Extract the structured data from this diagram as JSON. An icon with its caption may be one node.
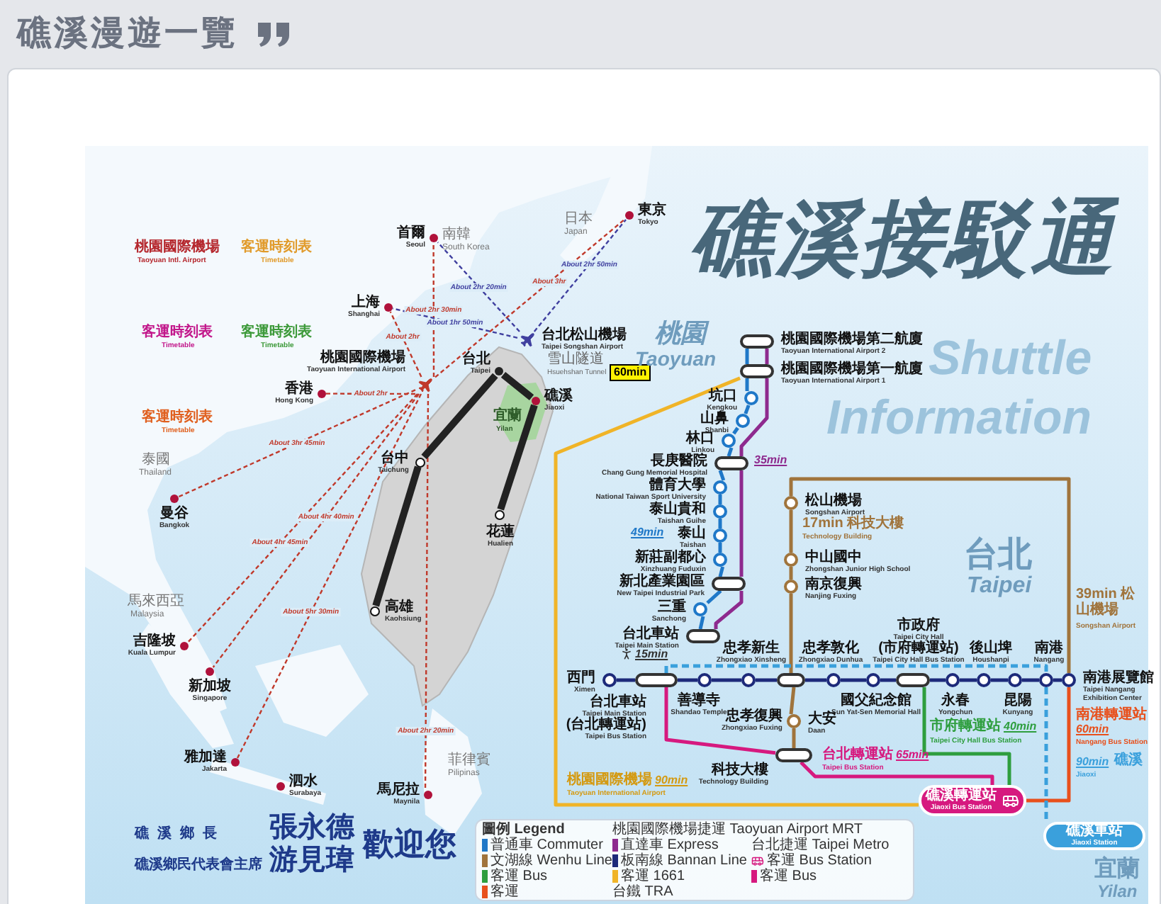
{
  "diagram": {
    "title": "礁溪漫遊一覽",
    "nodes": [
      {
        "text": [
          "東京",
          "Tokyo"
        ]
      },
      {
        "text": [
          "首爾",
          "Seoul"
        ]
      },
      {
        "text": [
          "上海",
          "Shanghai"
        ]
      },
      {
        "text": [
          "香港",
          "Hong Kong"
        ]
      },
      {
        "text": [
          "曼谷",
          "Bangkok"
        ]
      },
      {
        "text": [
          "吉隆坡",
          "Kuala Lumpur"
        ]
      },
      {
        "text": [
          "新加坡",
          "Singapore"
        ]
      },
      {
        "text": [
          "雅加達",
          "Jakarta"
        ]
      },
      {
        "text": [
          "泗水",
          "Surabaya"
        ]
      },
      {
        "text": [
          "馬尼拉",
          "Maynila"
        ]
      },
      {
        "text": [
          "桃園國際機場",
          "Taoyuan International Airport"
        ]
      },
      {
        "text": [
          "台北松山機場",
          "Taipei Songshan Airport"
        ]
      },
      {
        "text": [
          "台北",
          "Taipei"
        ]
      },
      {
        "text": [
          "礁溪",
          "Jiaoxi"
        ]
      },
      {
        "text": [
          "台中",
          "Taichung"
        ]
      },
      {
        "text": [
          "花蓮",
          "Hualien"
        ]
      },
      {
        "text": [
          "高雄",
          "Kaohsiung"
        ]
      },
      {
        "text": [
          "桃園國際機場第二航廈",
          "Taoyuan International Airport 2"
        ]
      },
      {
        "text": [
          "桃園國際機場第一航廈",
          "Taoyuan International Airport 1"
        ]
      },
      {
        "text": [
          "坑口",
          "Kengkou"
        ]
      },
      {
        "text": [
          "山鼻",
          "Shanbi"
        ]
      },
      {
        "text": [
          "林口",
          "Linkou"
        ]
      },
      {
        "text": [
          "長庚醫院",
          "Chang Gung Memorial Hospital"
        ]
      },
      {
        "text": [
          "體育大學",
          "National Taiwan Sport University"
        ]
      },
      {
        "text": [
          "泰山貴和",
          "Taishan Guihe"
        ]
      },
      {
        "text": [
          "泰山",
          "Taishan"
        ]
      },
      {
        "text": [
          "新莊副都心",
          "Xinzhuang Fuduxin"
        ]
      },
      {
        "text": [
          "新北產業園區",
          "New Taipei Industrial Park"
        ]
      },
      {
        "text": [
          "三重",
          "Sanchong"
        ]
      },
      {
        "text": [
          "台北車站",
          "Taipei Main Station"
        ]
      },
      {
        "text": [
          "西門",
          "Ximen"
        ]
      },
      {
        "text": [
          "台北車站",
          "Taipei Main Station",
          "(台北轉運站)",
          "Taipei Bus Station"
        ]
      },
      {
        "text": [
          "善導寺",
          "Shandao Temple"
        ]
      },
      {
        "text": [
          "忠孝新生",
          "Zhongxiao Xinsheng"
        ]
      },
      {
        "text": [
          "忠孝復興",
          "Zhongxiao Fuxing"
        ]
      },
      {
        "text": [
          "忠孝敦化",
          "Zhongxiao Dunhua"
        ]
      },
      {
        "text": [
          "國父紀念館",
          "Sun Yat-Sen Memorial Hall"
        ]
      },
      {
        "text": [
          "市政府",
          "Taipei City Hall",
          "(市府轉運站)",
          "Taipei City Hall Bus Station"
        ]
      },
      {
        "text": [
          "永春",
          "Yongchun"
        ]
      },
      {
        "text": [
          "後山埤",
          "Houshanpi"
        ]
      },
      {
        "text": [
          "昆陽",
          "Kunyang"
        ]
      },
      {
        "text": [
          "南港",
          "Nangang"
        ]
      },
      {
        "text": [
          "南港展覽館",
          "Taipei Nangang Exhibition Center"
        ]
      },
      {
        "text": [
          "松山機場",
          "Songshan Airport"
        ]
      },
      {
        "text": [
          "中山國中",
          "Zhongshan Junior High School"
        ]
      },
      {
        "text": [
          "南京復興",
          "Nanjing Fuxing"
        ]
      },
      {
        "text": [
          "大安",
          "Daan"
        ]
      },
      {
        "text": [
          "科技大樓",
          "Technology Building"
        ]
      },
      {
        "text": [
          "礁溪轉運站",
          "Jiaoxi Bus Station"
        ]
      },
      {
        "text": [
          "礁溪車站",
          "Jiaoxi Station"
        ]
      }
    ],
    "edges": [
      {
        "from": 10,
        "to": 0,
        "arrow": "none",
        "style": "dashed",
        "color": "#c0392b",
        "label": "About 3hr"
      },
      {
        "from": 11,
        "to": 0,
        "arrow": "none",
        "style": "dashed",
        "color": "#3f3f9f",
        "label": "About 2hr 50min"
      },
      {
        "from": 10,
        "to": 1,
        "arrow": "none",
        "style": "dashed",
        "color": "#c0392b",
        "label": "About 2hr 30min"
      },
      {
        "from": 11,
        "to": 1,
        "arrow": "none",
        "style": "dashed",
        "color": "#3f3f9f",
        "label": "About 2hr 20min"
      },
      {
        "from": 10,
        "to": 2,
        "arrow": "none",
        "style": "dashed",
        "color": "#c0392b",
        "label": "About 2hr"
      },
      {
        "from": 11,
        "to": 2,
        "arrow": "none",
        "style": "dashed",
        "color": "#3f3f9f",
        "label": "About 1hr 50min"
      },
      {
        "from": 10,
        "to": 3,
        "arrow": "none",
        "style": "dashed",
        "color": "#c0392b",
        "label": "About 2hr"
      },
      {
        "from": 10,
        "to": 4,
        "arrow": "none",
        "style": "dashed",
        "color": "#c0392b",
        "label": "About 3hr 45min"
      },
      {
        "from": 10,
        "to": 5,
        "arrow": "none",
        "style": "dashed",
        "color": "#c0392b",
        "label": "About 4hr 45min"
      },
      {
        "from": 10,
        "to": 6,
        "arrow": "none",
        "style": "dashed",
        "color": "#c0392b",
        "label": "About 4hr 40min"
      },
      {
        "from": 10,
        "to": 7,
        "arrow": "none",
        "style": "dashed",
        "color": "#c0392b",
        "label": "About 5hr 30min"
      },
      {
        "from": 10,
        "to": 9,
        "arrow": "none",
        "style": "dashed",
        "color": "#c0392b",
        "label": "About 2hr 20min"
      },
      {
        "from": 12,
        "to": 14,
        "arrow": "none",
        "style": "thick",
        "color": "#222222"
      },
      {
        "from": 14,
        "to": 16,
        "arrow": "none",
        "style": "thick",
        "color": "#222222"
      },
      {
        "from": 12,
        "to": 13,
        "arrow": "none",
        "style": "thick",
        "color": "#222222"
      },
      {
        "from": 13,
        "to": 15,
        "arrow": "none",
        "style": "thick",
        "color": "#222222"
      },
      {
        "from": 17,
        "to": 18,
        "arrow": "none",
        "color": "#1f78c8"
      },
      {
        "from": 18,
        "to": 19,
        "arrow": "none",
        "color": "#1f78c8"
      },
      {
        "from": 19,
        "to": 20,
        "arrow": "none",
        "color": "#1f78c8"
      },
      {
        "from": 20,
        "to": 21,
        "arrow": "none",
        "color": "#1f78c8"
      },
      {
        "from": 21,
        "to": 22,
        "arrow": "none",
        "color": "#1f78c8"
      },
      {
        "from": 22,
        "to": 23,
        "arrow": "none",
        "color": "#1f78c8"
      },
      {
        "from": 23,
        "to": 24,
        "arrow": "none",
        "color": "#1f78c8"
      },
      {
        "from": 24,
        "to": 25,
        "arrow": "none",
        "color": "#1f78c8"
      },
      {
        "from": 25,
        "to": 26,
        "arrow": "none",
        "color": "#1f78c8"
      },
      {
        "from": 26,
        "to": 27,
        "arrow": "none",
        "color": "#1f78c8"
      },
      {
        "from": 27,
        "to": 28,
        "arrow": "none",
        "color": "#1f78c8"
      },
      {
        "from": 28,
        "to": 29,
        "arrow": "none",
        "color": "#1f78c8"
      },
      {
        "from": 17,
        "to": 18,
        "arrow": "none",
        "color": "#8e2a8e"
      },
      {
        "from": 18,
        "to": 22,
        "arrow": "none",
        "color": "#8e2a8e"
      },
      {
        "from": 22,
        "to": 27,
        "arrow": "none",
        "color": "#8e2a8e"
      },
      {
        "from": 27,
        "to": 29,
        "arrow": "none",
        "color": "#8e2a8e"
      },
      {
        "from": 30,
        "to": 31,
        "arrow": "none",
        "color": "#1d2a7a"
      },
      {
        "from": 31,
        "to": 32,
        "arrow": "none",
        "color": "#1d2a7a"
      },
      {
        "from": 32,
        "to": 33,
        "arrow": "none",
        "color": "#1d2a7a"
      },
      {
        "from": 33,
        "to": 34,
        "arrow": "none",
        "color": "#1d2a7a"
      },
      {
        "from": 34,
        "to": 35,
        "arrow": "none",
        "color": "#1d2a7a"
      },
      {
        "from": 35,
        "to": 36,
        "arrow": "none",
        "color": "#1d2a7a"
      },
      {
        "from": 36,
        "to": 37,
        "arrow": "none",
        "color": "#1d2a7a"
      },
      {
        "from": 37,
        "to": 38,
        "arrow": "none",
        "color": "#1d2a7a"
      },
      {
        "from": 38,
        "to": 39,
        "arrow": "none",
        "color": "#1d2a7a"
      },
      {
        "from": 39,
        "to": 40,
        "arrow": "none",
        "color": "#1d2a7a"
      },
      {
        "from": 40,
        "to": 41,
        "arrow": "none",
        "color": "#1d2a7a"
      },
      {
        "from": 41,
        "to": 42,
        "arrow": "none",
        "color": "#1d2a7a"
      },
      {
        "from": 43,
        "to": 44,
        "arrow": "none",
        "color": "#a0743c"
      },
      {
        "from": 44,
        "to": 45,
        "arrow": "none",
        "color": "#a0743c"
      },
      {
        "from": 45,
        "to": 34,
        "arrow": "none",
        "color": "#a0743c"
      },
      {
        "from": 34,
        "to": 46,
        "arrow": "none",
        "color": "#a0743c"
      },
      {
        "from": 46,
        "to": 47,
        "arrow": "none",
        "color": "#a0743c"
      },
      {
        "from": 43,
        "to": 42,
        "arrow": "none",
        "color": "#a0743c"
      },
      {
        "from": 31,
        "to": 47,
        "arrow": "none",
        "color": "#d6197f"
      },
      {
        "from": 47,
        "to": 48,
        "arrow": "none",
        "color": "#d6197f"
      },
      {
        "from": 37,
        "to": 48,
        "arrow": "none",
        "color": "#2e9e3e"
      },
      {
        "from": 42,
        "to": 48,
        "arrow": "none",
        "color": "#e8501c"
      },
      {
        "from": 18,
        "to": 48,
        "arrow": "none",
        "color": "#f0b428"
      },
      {
        "from": 31,
        "to": 41,
        "arrow": "none",
        "style": "dashed",
        "color": "#3aa0dc"
      },
      {
        "from": 41,
        "to": 49,
        "arrow": "none",
        "style": "dashed",
        "color": "#3aa0dc"
      }
    ],
    "labels": [
      "桃園國際機場",
      "Taoyuan Intl. Airport",
      "客運時刻表",
      "Timetable",
      "客運時刻表",
      "Timetable",
      "客運時刻表",
      "Timetable",
      "客運時刻表",
      "Timetable",
      "日本",
      "Japan",
      "南韓",
      "South Korea",
      "泰國",
      "Thailand",
      "馬來西亞",
      "Malaysia",
      "菲律賓",
      "Pilipinas",
      "宜蘭",
      "Yilan",
      "雪山隧道",
      "Hsuehshan Tunnel",
      "60min",
      "礁溪接駁通",
      "Shuttle",
      "Information",
      "桃園",
      "Taoyuan",
      "35min",
      "49min",
      "15min",
      "17min 科技大樓",
      "Technology Building",
      "台北",
      "Taipei",
      "39min 松山機場",
      "Songshan Airport",
      "南港轉運站",
      "60min",
      "Nangang Bus Station",
      "90min",
      "礁溪",
      "Jiaoxi",
      "市府轉運站",
      "40min",
      "Taipei City Hall Bus Station",
      "台北轉運站",
      "65min",
      "Taipei Bus Station",
      "桃園國際機場",
      "90min",
      "Taoyuan International Airport",
      "宜蘭",
      "Yilan",
      "礁溪鄉長",
      "張永德",
      "礁溪鄉民代表會主席",
      "游見瑋",
      "歡迎您",
      "圖例 Legend"
    ],
    "legend": [
      {
        "text": "桃園國際機場捷運 Taoyuan Airport MRT"
      },
      {
        "text": "普通車 Commuter",
        "color": "#1f78c8"
      },
      {
        "text": "直達車 Express",
        "color": "#8e2a8e"
      },
      {
        "text": "台北捷運 Taipei Metro"
      },
      {
        "text": "文湖線 Wenhu Line",
        "color": "#a0743c"
      },
      {
        "text": "板南線 Bannan Line",
        "color": "#1d2a7a"
      },
      {
        "text": "客運 Bus Station"
      },
      {
        "text": "客運 Bus",
        "color": "#2e9e3e"
      },
      {
        "text": "客運 1661",
        "color": "#f0b428"
      },
      {
        "text": "客運 Bus",
        "color": "#d6197f"
      },
      {
        "text": "客運",
        "color": "#e8501c"
      },
      {
        "text": "台鐵 TRA"
      }
    ]
  }
}
